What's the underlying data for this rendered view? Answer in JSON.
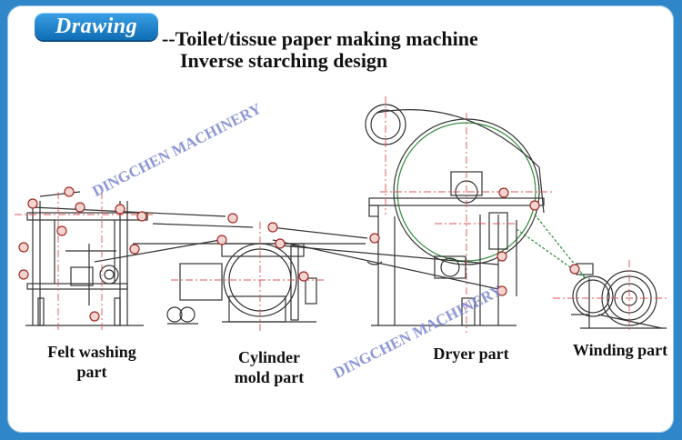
{
  "badge": "Drawing",
  "title_line1": "--Toilet/tissue paper making machine",
  "title_line2": "Inverse starching design",
  "watermark": "DINGCHEN MACHINERY",
  "labels": {
    "felt_washing_line1": "Felt washing",
    "felt_washing_line2": "part",
    "cylinder_line1": "Cylinder",
    "cylinder_line2": "mold part",
    "dryer": "Dryer part",
    "winding": "Winding part"
  },
  "colors": {
    "frame_blue": "#2f86c8",
    "badge_blue": "#1a7cc4",
    "line": "#333333",
    "roll_red": "#c0392b",
    "dash_red": "#e05050",
    "felt_green": "#2e8b3a",
    "watermark": "#7a86cf"
  }
}
